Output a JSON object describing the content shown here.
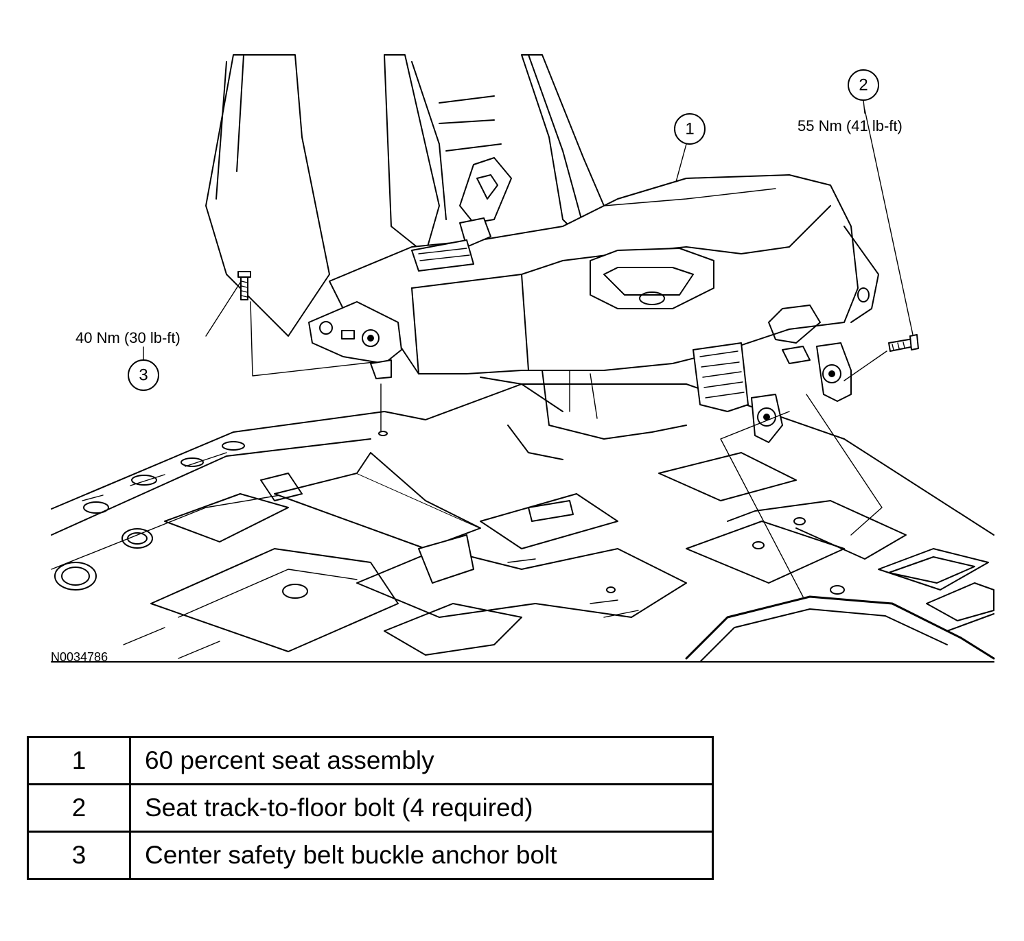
{
  "diagram": {
    "figure_id": "N0034786",
    "callouts": [
      {
        "number": "1"
      },
      {
        "number": "2",
        "torque": "55 Nm (41 lb-ft)"
      },
      {
        "number": "3",
        "torque": "40 Nm (30 lb-ft)"
      }
    ]
  },
  "legend": {
    "rows": [
      {
        "number": "1",
        "description": "60 percent seat assembly"
      },
      {
        "number": "2",
        "description": "Seat track-to-floor bolt (4 required)"
      },
      {
        "number": "3",
        "description": "Center safety belt buckle anchor bolt"
      }
    ]
  }
}
